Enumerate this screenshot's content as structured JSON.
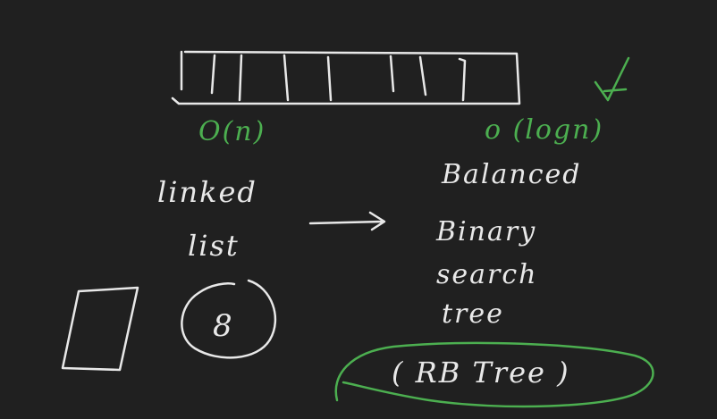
{
  "colors": {
    "background": "#202020",
    "ink_white": "#e8e8e8",
    "ink_green": "#4caf50"
  },
  "labels": {
    "array_complexity": "O(n)",
    "bst_complexity": "o (logn)",
    "left_line1": "linked",
    "left_line2": "list",
    "right_line1": "Balanced",
    "right_line2": "Binary",
    "right_line3": "search",
    "right_line4": "tree",
    "rb_tree": "( RB Tree )",
    "circle_digit": "8"
  }
}
